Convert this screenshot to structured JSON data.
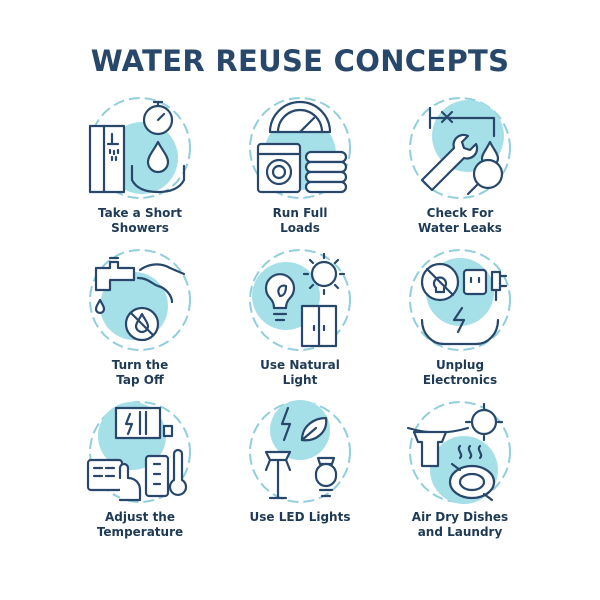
{
  "title": "WATER REUSE CONCEPTS",
  "colors": {
    "title": "#28486b",
    "outline": "#28486b",
    "accent": "#a5dfe8"
  },
  "concepts": [
    {
      "icon": "shower-timer-icon",
      "line1": "Take a Short",
      "line2": "Showers"
    },
    {
      "icon": "washing-machine-icon",
      "line1": "Run Full",
      "line2": "Loads"
    },
    {
      "icon": "leak-wrench-icon",
      "line1": "Check For",
      "line2": "Water Leaks"
    },
    {
      "icon": "tap-off-icon",
      "line1": "Turn the",
      "line2": "Tap Off"
    },
    {
      "icon": "sun-window-bulb-icon",
      "line1": "Use Natural",
      "line2": "Light"
    },
    {
      "icon": "unplug-icon",
      "line1": "Unplug",
      "line2": "Electronics"
    },
    {
      "icon": "thermostat-icon",
      "line1": "Adjust the",
      "line2": "Temperature"
    },
    {
      "icon": "led-lights-icon",
      "line1": "Use LED Lights",
      "line2": ""
    },
    {
      "icon": "air-dry-icon",
      "line1": "Air Dry Dishes",
      "line2": "and Laundry"
    }
  ]
}
